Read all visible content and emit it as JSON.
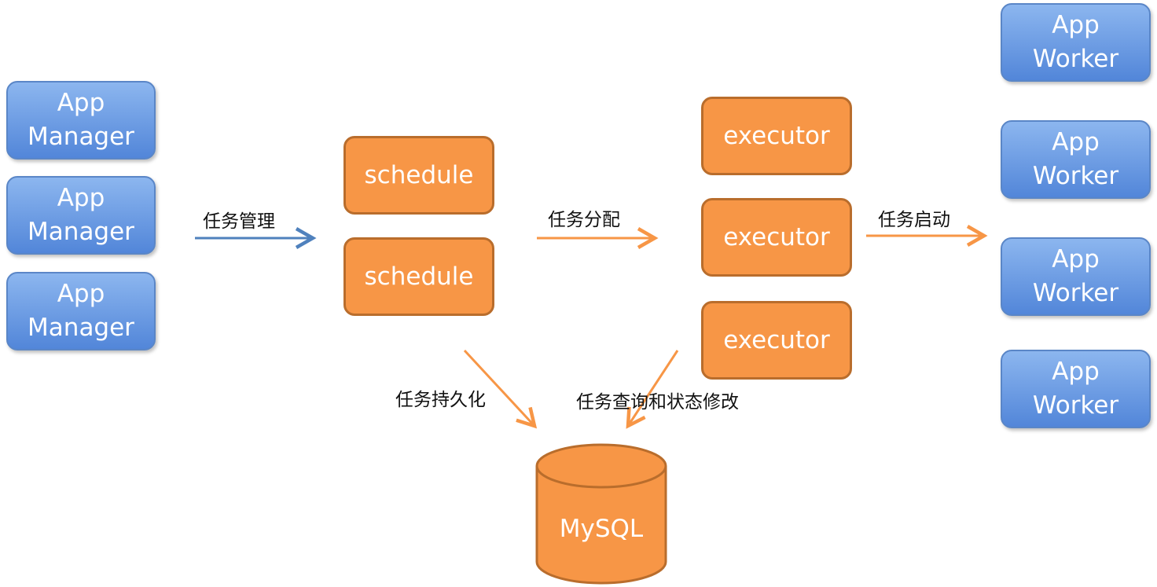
{
  "managers": [
    {
      "line1": "App",
      "line2": "Manager"
    },
    {
      "line1": "App",
      "line2": "Manager"
    },
    {
      "line1": "App",
      "line2": "Manager"
    }
  ],
  "schedulers": [
    "schedule",
    "schedule"
  ],
  "executors": [
    "executor",
    "executor",
    "executor"
  ],
  "workers": [
    {
      "line1": "App",
      "line2": "Worker"
    },
    {
      "line1": "App",
      "line2": "Worker"
    },
    {
      "line1": "App",
      "line2": "Worker"
    },
    {
      "line1": "App",
      "line2": "Worker"
    }
  ],
  "database": "MySQL",
  "edges": {
    "task_management": "任务管理",
    "task_distribution": "任务分配",
    "task_launch": "任务启动",
    "task_persistence": "任务持久化",
    "task_query_status": "任务查询和状态修改"
  },
  "colors": {
    "blue_box": "#5b8ee0",
    "orange_box": "#f79646",
    "orange_border": "#b96d2c",
    "arrow_blue": "#4f81bd",
    "arrow_orange": "#f79646"
  }
}
